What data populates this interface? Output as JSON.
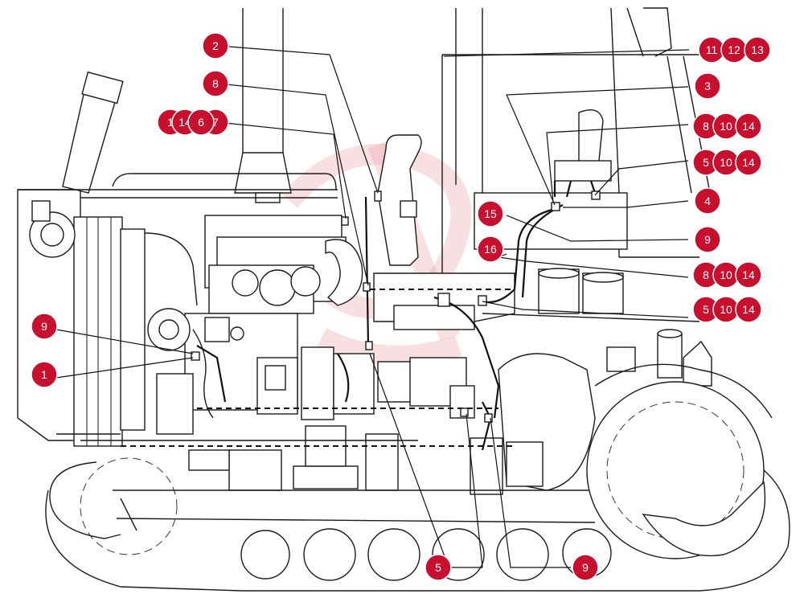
{
  "colors": {
    "badge": "#c8102e",
    "line": "#1a1a1a",
    "watermark": "#e9a3ad"
  },
  "callouts": [
    {
      "id": "c-2",
      "label": "2"
    },
    {
      "id": "c-8a",
      "label": "8"
    },
    {
      "id": "c-1-14-6-7-a",
      "label": "1"
    },
    {
      "id": "c-1-14-6-7-b",
      "label": "14"
    },
    {
      "id": "c-1-14-6-7-c",
      "label": "6"
    },
    {
      "id": "c-1-14-6-7-d",
      "label": "7"
    },
    {
      "id": "c-11",
      "label": "11"
    },
    {
      "id": "c-12",
      "label": "12"
    },
    {
      "id": "c-13",
      "label": "13"
    },
    {
      "id": "c-3",
      "label": "3"
    },
    {
      "id": "c-8b",
      "label": "8"
    },
    {
      "id": "c-10b",
      "label": "10"
    },
    {
      "id": "c-14b",
      "label": "14"
    },
    {
      "id": "c-5a",
      "label": "5"
    },
    {
      "id": "c-10c",
      "label": "10"
    },
    {
      "id": "c-14c",
      "label": "14"
    },
    {
      "id": "c-4",
      "label": "4"
    },
    {
      "id": "c-15",
      "label": "15"
    },
    {
      "id": "c-9a",
      "label": "9"
    },
    {
      "id": "c-16",
      "label": "16"
    },
    {
      "id": "c-8c",
      "label": "8"
    },
    {
      "id": "c-10d",
      "label": "10"
    },
    {
      "id": "c-14d",
      "label": "14"
    },
    {
      "id": "c-5b",
      "label": "5"
    },
    {
      "id": "c-10e",
      "label": "10"
    },
    {
      "id": "c-14e",
      "label": "14"
    },
    {
      "id": "c-9b",
      "label": "9"
    },
    {
      "id": "c-1",
      "label": "1"
    },
    {
      "id": "c-5c",
      "label": "5"
    },
    {
      "id": "c-9c",
      "label": "9"
    }
  ]
}
